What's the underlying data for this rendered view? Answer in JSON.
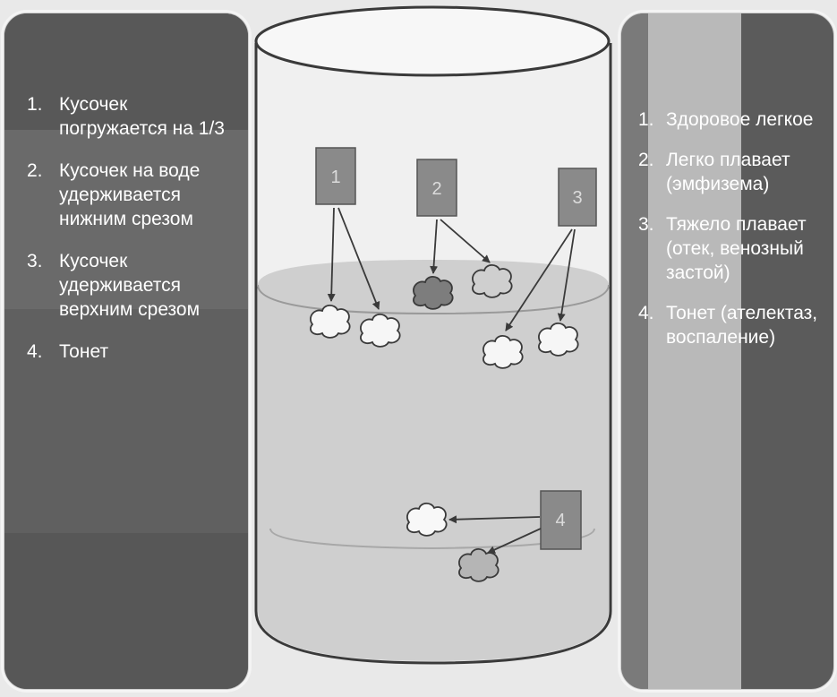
{
  "left_list": [
    {
      "num": "1.",
      "text": "Кусочек погружается на 1/3"
    },
    {
      "num": "2.",
      "text": "Кусочек на воде удерживается нижним срезом"
    },
    {
      "num": "3.",
      "text": "Кусочек удерживается верхним срезом"
    },
    {
      "num": "4.",
      "text": "Тонет"
    }
  ],
  "right_list": [
    {
      "num": "1.",
      "text": "Здоровое легкое"
    },
    {
      "num": "2.",
      "text": "Легко плавает (эмфизема)"
    },
    {
      "num": "3.",
      "text": "Тяжело плавает (отек, венозный застой)"
    },
    {
      "num": "4.",
      "text": "Тонет (ателектаз, воспаление)"
    }
  ],
  "samples": [
    {
      "label": "1"
    },
    {
      "label": "2"
    },
    {
      "label": "3"
    },
    {
      "label": "4"
    }
  ]
}
